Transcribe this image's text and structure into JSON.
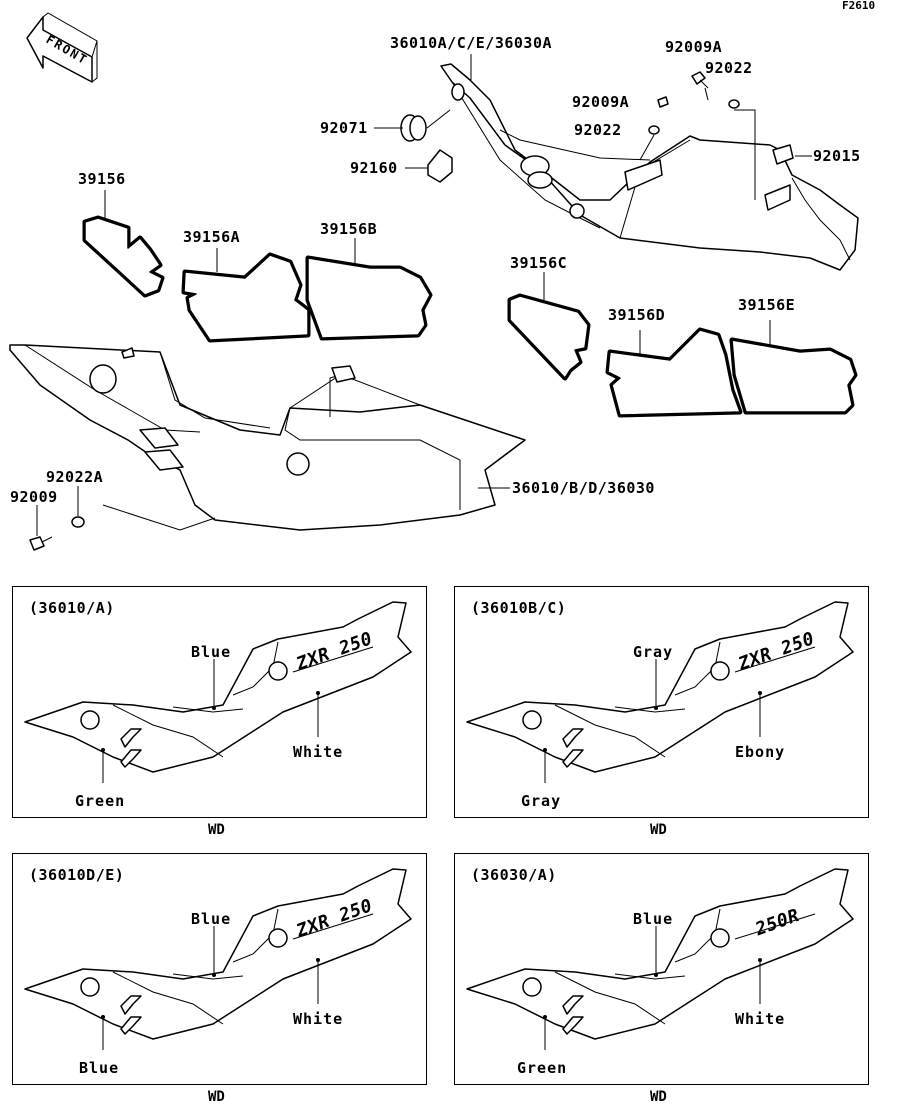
{
  "diagram_ref": "F2610",
  "front_label": "FRONT",
  "parts": {
    "p36010ACE": "36010A/C/E/36030A",
    "p92009A_top": "92009A",
    "p92022_top": "92022",
    "p92009A_mid": "92009A",
    "p92071": "92071",
    "p92022_mid": "92022",
    "p92015": "92015",
    "p92160": "92160",
    "p39156": "39156",
    "p39156A": "39156A",
    "p39156B": "39156B",
    "p39156C": "39156C",
    "p39156D": "39156D",
    "p39156E": "39156E",
    "p36010BD": "36010/B/D/36030",
    "p92022A": "92022A",
    "p92009": "92009"
  },
  "panels": [
    {
      "title": "(36010/A)",
      "top_color": "Blue",
      "right_color": "White",
      "bottom_color": "Green",
      "logo": "ZXR 250",
      "footer": "WD"
    },
    {
      "title": "(36010B/C)",
      "top_color": "Gray",
      "right_color": "Ebony",
      "bottom_color": "Gray",
      "logo": "ZXR 250",
      "footer": "WD"
    },
    {
      "title": "(36010D/E)",
      "top_color": "Blue",
      "right_color": "White",
      "bottom_color": "Blue",
      "logo": "ZXR 250",
      "footer": "WD"
    },
    {
      "title": "(36030/A)",
      "top_color": "Blue",
      "right_color": "White",
      "bottom_color": "Green",
      "logo": "250R",
      "footer": "WD"
    }
  ]
}
